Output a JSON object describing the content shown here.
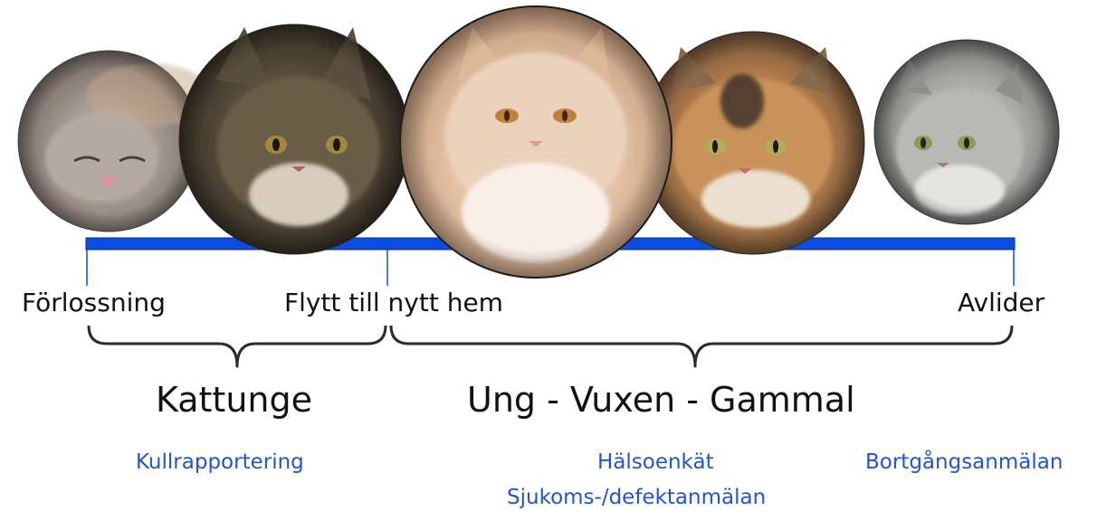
{
  "timeline": {
    "bar_color": "#0a4de0",
    "markers": {
      "birth": "Förlossning",
      "move": "Flytt till nytt hem",
      "death": "Avlider"
    }
  },
  "phases": {
    "kitten": "Kattunge",
    "adult": "Ung - Vuxen - Gammal"
  },
  "links": {
    "litter_report": "Kullrapportering",
    "health_survey": "Hälsoenkät",
    "disease_report": "Sjukoms-/defektanmälan",
    "death_report": "Bortgångsanmälan"
  },
  "photos": [
    {
      "name": "newborn-kitten-photo"
    },
    {
      "name": "tabby-kitten-photo"
    },
    {
      "name": "cream-young-cat-photo"
    },
    {
      "name": "tortoiseshell-adult-cat-photo"
    },
    {
      "name": "silver-senior-cat-photo"
    }
  ]
}
